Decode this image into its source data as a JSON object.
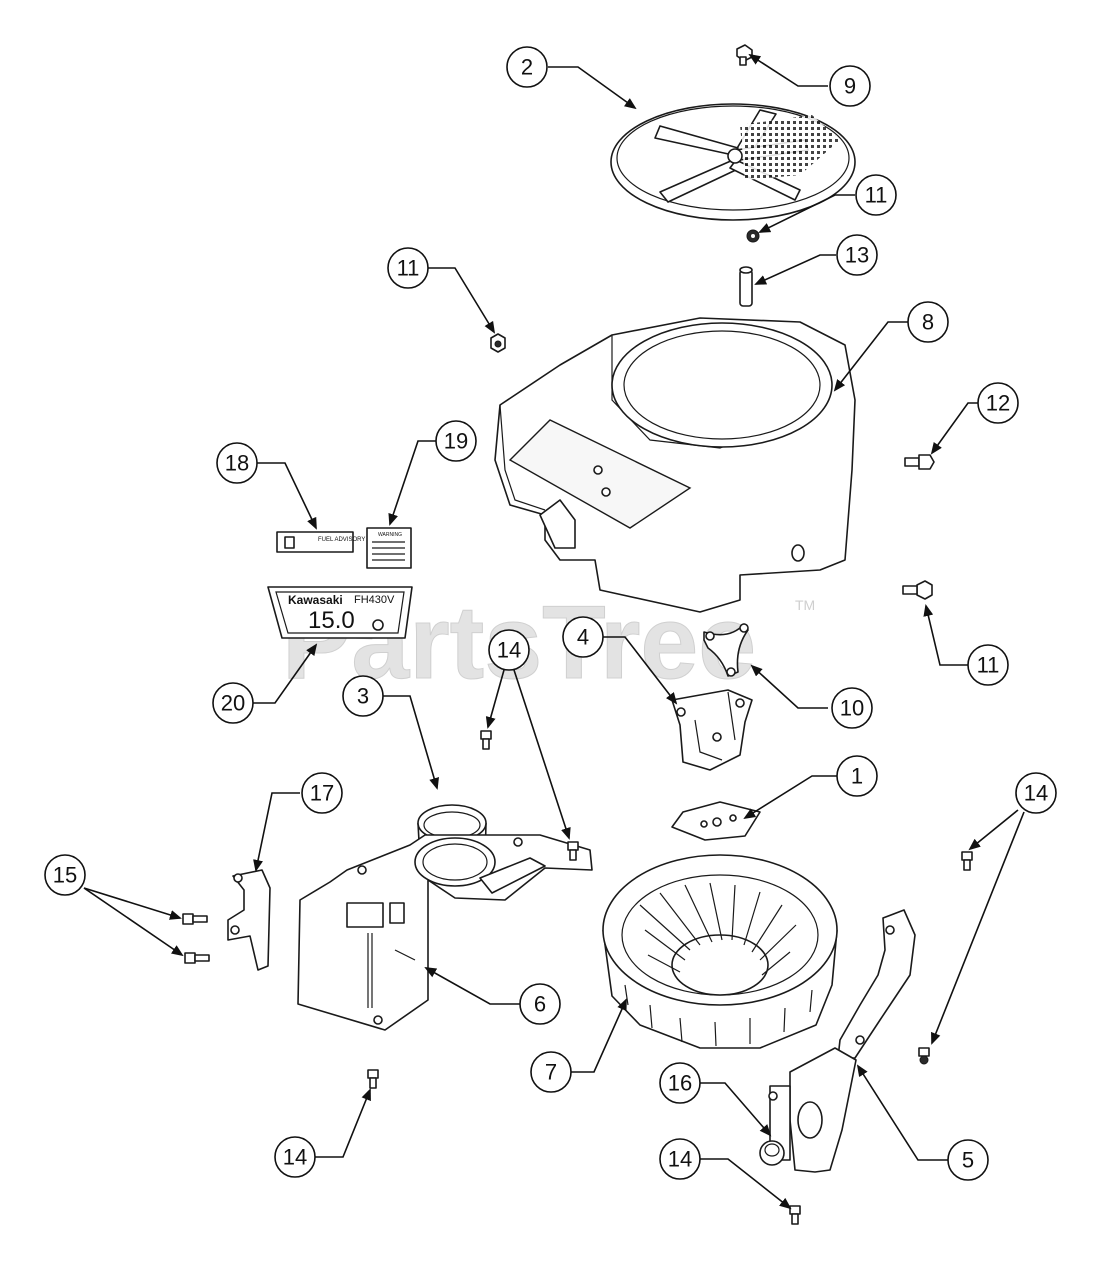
{
  "watermark": {
    "brand": "PartsTree",
    "trademark": "TM"
  },
  "decals": {
    "model_brand": "Kawasaki",
    "model_code": "FH430V",
    "horsepower": "15.0",
    "fuel_label": "FUEL  ADVISORY",
    "warning_label": "WARNING"
  },
  "callouts": [
    {
      "id": "c2",
      "label": "2"
    },
    {
      "id": "c9",
      "label": "9"
    },
    {
      "id": "c11a",
      "label": "11"
    },
    {
      "id": "c13",
      "label": "13"
    },
    {
      "id": "c11b",
      "label": "11"
    },
    {
      "id": "c8",
      "label": "8"
    },
    {
      "id": "c12",
      "label": "12"
    },
    {
      "id": "c18",
      "label": "18"
    },
    {
      "id": "c19",
      "label": "19"
    },
    {
      "id": "c11c",
      "label": "11"
    },
    {
      "id": "c4",
      "label": "4"
    },
    {
      "id": "c14a",
      "label": "14"
    },
    {
      "id": "c10",
      "label": "10"
    },
    {
      "id": "c3",
      "label": "3"
    },
    {
      "id": "c20",
      "label": "20"
    },
    {
      "id": "c1",
      "label": "1"
    },
    {
      "id": "c17",
      "label": "17"
    },
    {
      "id": "c14b",
      "label": "14"
    },
    {
      "id": "c15",
      "label": "15"
    },
    {
      "id": "c6",
      "label": "6"
    },
    {
      "id": "c7",
      "label": "7"
    },
    {
      "id": "c16",
      "label": "16"
    },
    {
      "id": "c5",
      "label": "5"
    },
    {
      "id": "c14c",
      "label": "14"
    },
    {
      "id": "c14d",
      "label": "14"
    }
  ]
}
